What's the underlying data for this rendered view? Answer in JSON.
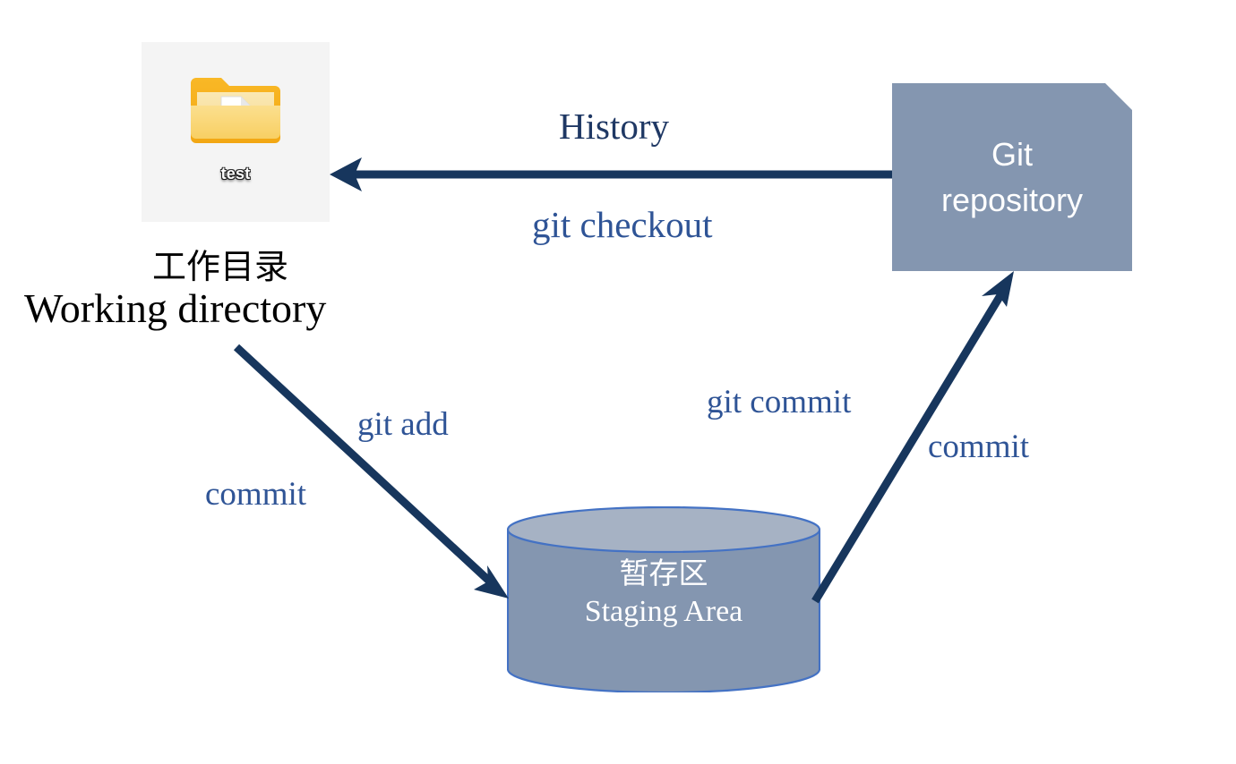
{
  "diagram": {
    "title": "Git workflow diagram",
    "background": "#ffffff",
    "colors": {
      "arrow": "#17365d",
      "label_dark_blue": "#1f3864",
      "label_blue": "#2f5496",
      "node_fill": "#8496b0",
      "cylinder_fill": "#8496b0",
      "cylinder_top": "#a6b2c4",
      "cylinder_stroke": "#4472c4",
      "thumb_bg": "#f4f4f4",
      "folder_yellow": "#f7b731",
      "folder_light": "#fbe0a0",
      "text_black": "#000000",
      "text_white": "#ffffff"
    }
  },
  "nodes": {
    "working_directory": {
      "icon_name": "folder-icon",
      "icon_label": "test",
      "label_cn": "工作目录",
      "label_en": "Working directory"
    },
    "git_repository": {
      "label": "Git\nrepository",
      "shape": "snip-single-corner-rectangle"
    },
    "staging_area": {
      "label_cn": "暂存区",
      "label_en": "Staging Area",
      "shape": "cylinder"
    }
  },
  "edges": [
    {
      "id": "repo-to-workdir",
      "from": "git_repository",
      "to": "working_directory",
      "direction": "left",
      "labels": [
        "History",
        "git checkout"
      ]
    },
    {
      "id": "workdir-to-staging",
      "from": "working_directory",
      "to": "staging_area",
      "direction": "down-right",
      "labels": [
        "git add",
        "commit"
      ]
    },
    {
      "id": "staging-to-repo",
      "from": "staging_area",
      "to": "git_repository",
      "direction": "up-right",
      "labels": [
        "git commit",
        "commit"
      ]
    }
  ],
  "labels": {
    "history": "History",
    "git_checkout": "git checkout",
    "git_add": "git add",
    "commit_left": "commit",
    "git_commit": "git commit",
    "commit_right": "commit",
    "workdir_cn": "工作目录",
    "workdir_en": "Working directory",
    "repo": "Git\nrepository",
    "staging_cn": "暂存区",
    "staging_en": "Staging Area",
    "folder_name": "test"
  }
}
